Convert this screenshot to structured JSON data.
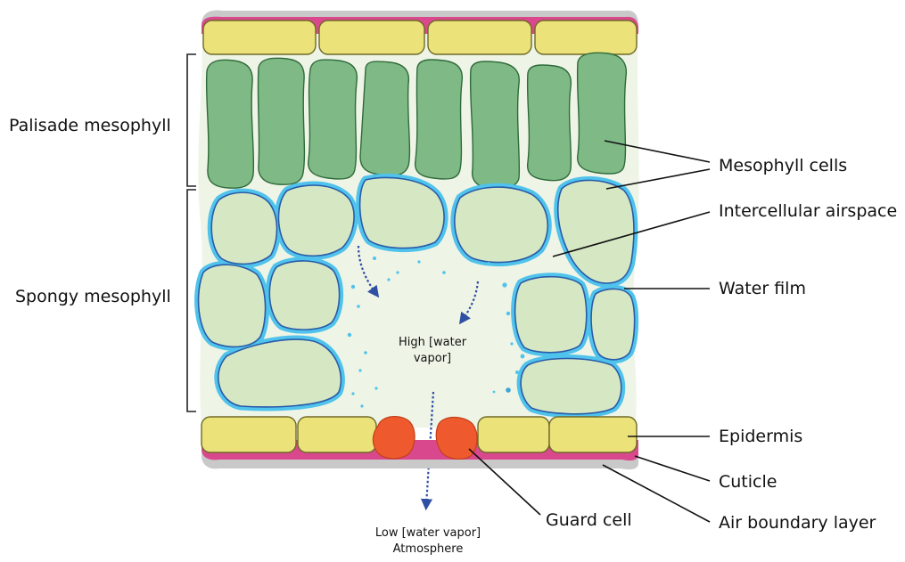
{
  "labels": {
    "palisade": "Palisade mesophyll",
    "spongy": "Spongy mesophyll",
    "mesophyll_cells": "Mesophyll cells",
    "intercellular_airspace": "Intercellular airspace",
    "water_film": "Water film",
    "epidermis": "Epidermis",
    "cuticle": "Cuticle",
    "air_boundary_layer": "Air boundary layer",
    "guard_cell": "Guard cell",
    "high_vapor_line1": "High [water",
    "high_vapor_line2": "vapor]",
    "low_vapor_line1": "Low [water vapor]",
    "low_vapor_line2": "Atmosphere"
  },
  "colors": {
    "palisade_fill": "#7fb986",
    "palisade_stroke": "#2f6b3a",
    "spongy_fill": "#d6e8c3",
    "spongy_stroke": "#2a5ba8",
    "water_film": "#4fc3ec",
    "epidermis_fill": "#ebe37a",
    "epidermis_stroke": "#6f6a28",
    "cuticle": "#d9488d",
    "boundary_layer": "#c9c9c9",
    "guard_cell": "#ee5a2e",
    "leaf_background": "#eef4e6",
    "arrow": "#2f4fa3"
  }
}
